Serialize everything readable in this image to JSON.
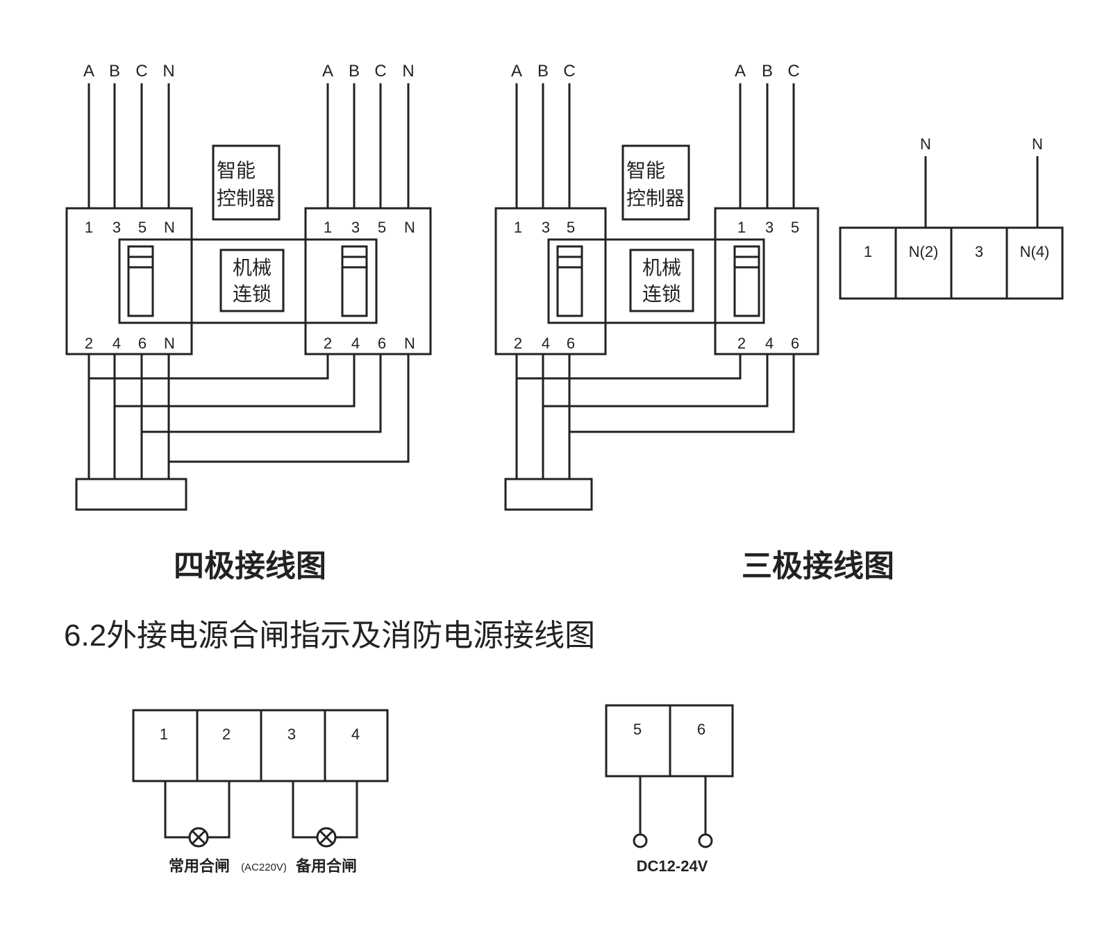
{
  "four_pole": {
    "left_inputs": [
      "A",
      "B",
      "C",
      "N"
    ],
    "right_inputs": [
      "A",
      "B",
      "C",
      "N"
    ],
    "top_terminals": [
      "1",
      "3",
      "5",
      "N"
    ],
    "bottom_terminals": [
      "2",
      "4",
      "6",
      "N"
    ],
    "controller": [
      "智能",
      "控制器"
    ],
    "interlock": [
      "机械",
      "连锁"
    ],
    "caption": "四极接线图"
  },
  "three_pole": {
    "left_inputs": [
      "A",
      "B",
      "C"
    ],
    "right_inputs": [
      "A",
      "B",
      "C"
    ],
    "top_terminals": [
      "1",
      "3",
      "5"
    ],
    "bottom_terminals": [
      "2",
      "4",
      "6"
    ],
    "controller": [
      "智能",
      "控制器"
    ],
    "interlock": [
      "机械",
      "连锁"
    ],
    "caption": "三极接线图"
  },
  "n_block": {
    "top_labels": [
      "N",
      "N"
    ],
    "cells": [
      "1",
      "N(2)",
      "3",
      "N(4)"
    ]
  },
  "section_heading": "6.2外接电源合闸指示及消防电源接线图",
  "indicator_block": {
    "cells": [
      "1",
      "2",
      "3",
      "4"
    ],
    "label_normal": "常用合闸",
    "label_voltage": "(AC220V)",
    "label_backup": "备用合闸"
  },
  "fire_block": {
    "cells": [
      "5",
      "6"
    ],
    "label": "DC12-24V"
  }
}
